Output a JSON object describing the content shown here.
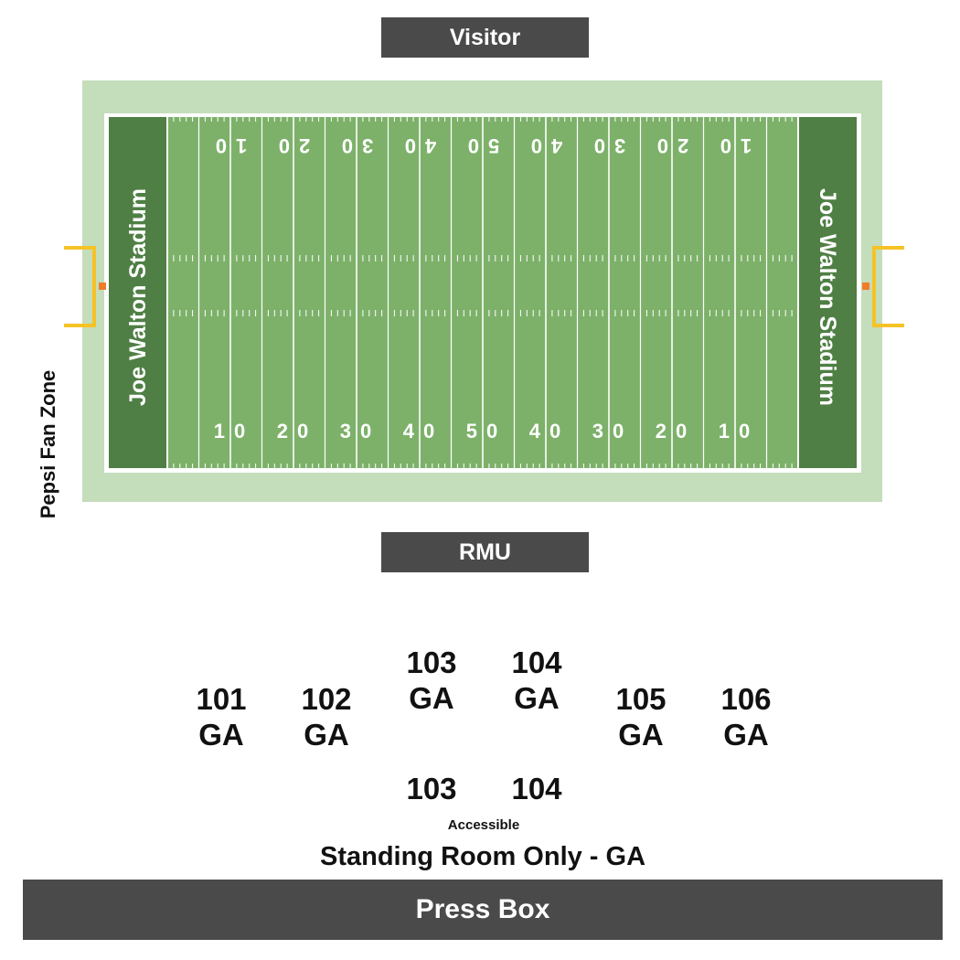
{
  "labels": {
    "visitor": "Visitor",
    "home": "RMU",
    "fan_zone": "Pepsi Fan Zone",
    "press_box": "Press Box",
    "accessible": "Accessible",
    "standing_room": "Standing Room Only - GA",
    "end_zone_left": "Joe Walton Stadium",
    "end_zone_right": "Joe Walton Stadium"
  },
  "yard_numbers": [
    "10",
    "20",
    "30",
    "40",
    "50",
    "40",
    "30",
    "20",
    "10"
  ],
  "sections": [
    {
      "id": "101",
      "type": "GA"
    },
    {
      "id": "102",
      "type": "GA"
    },
    {
      "id": "103",
      "type": "GA"
    },
    {
      "id": "104",
      "type": "GA"
    },
    {
      "id": "105",
      "type": "GA"
    },
    {
      "id": "106",
      "type": "GA"
    }
  ],
  "accessible_sections": [
    "103",
    "104"
  ],
  "colors": {
    "surround": "#c4ddbb",
    "field": "#7db16a",
    "end_zone": "#4f7f44",
    "bar": "#4a4a4a",
    "goal_post": "#f5c326",
    "pylon": "#f07c2a"
  }
}
